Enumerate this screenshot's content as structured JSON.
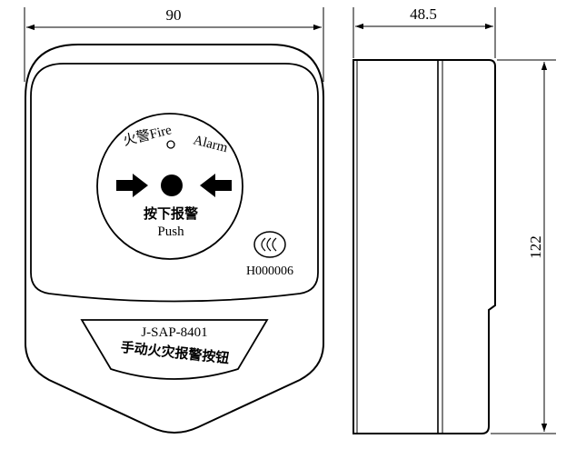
{
  "dimensions": {
    "front_width": "90",
    "side_depth": "48.5",
    "side_height": "122"
  },
  "front_panel": {
    "top_left_label": "火警Fire",
    "top_right_label": "Alarm",
    "press_label_cn": "按下报警",
    "press_label_en": "Push",
    "certificate_mark": "CCC",
    "certificate_number": "H000006",
    "model_number": "J-SAP-8401",
    "product_name": "手动火灾报警按钮"
  },
  "colors": {
    "line": "#000000",
    "background": "#ffffff"
  }
}
